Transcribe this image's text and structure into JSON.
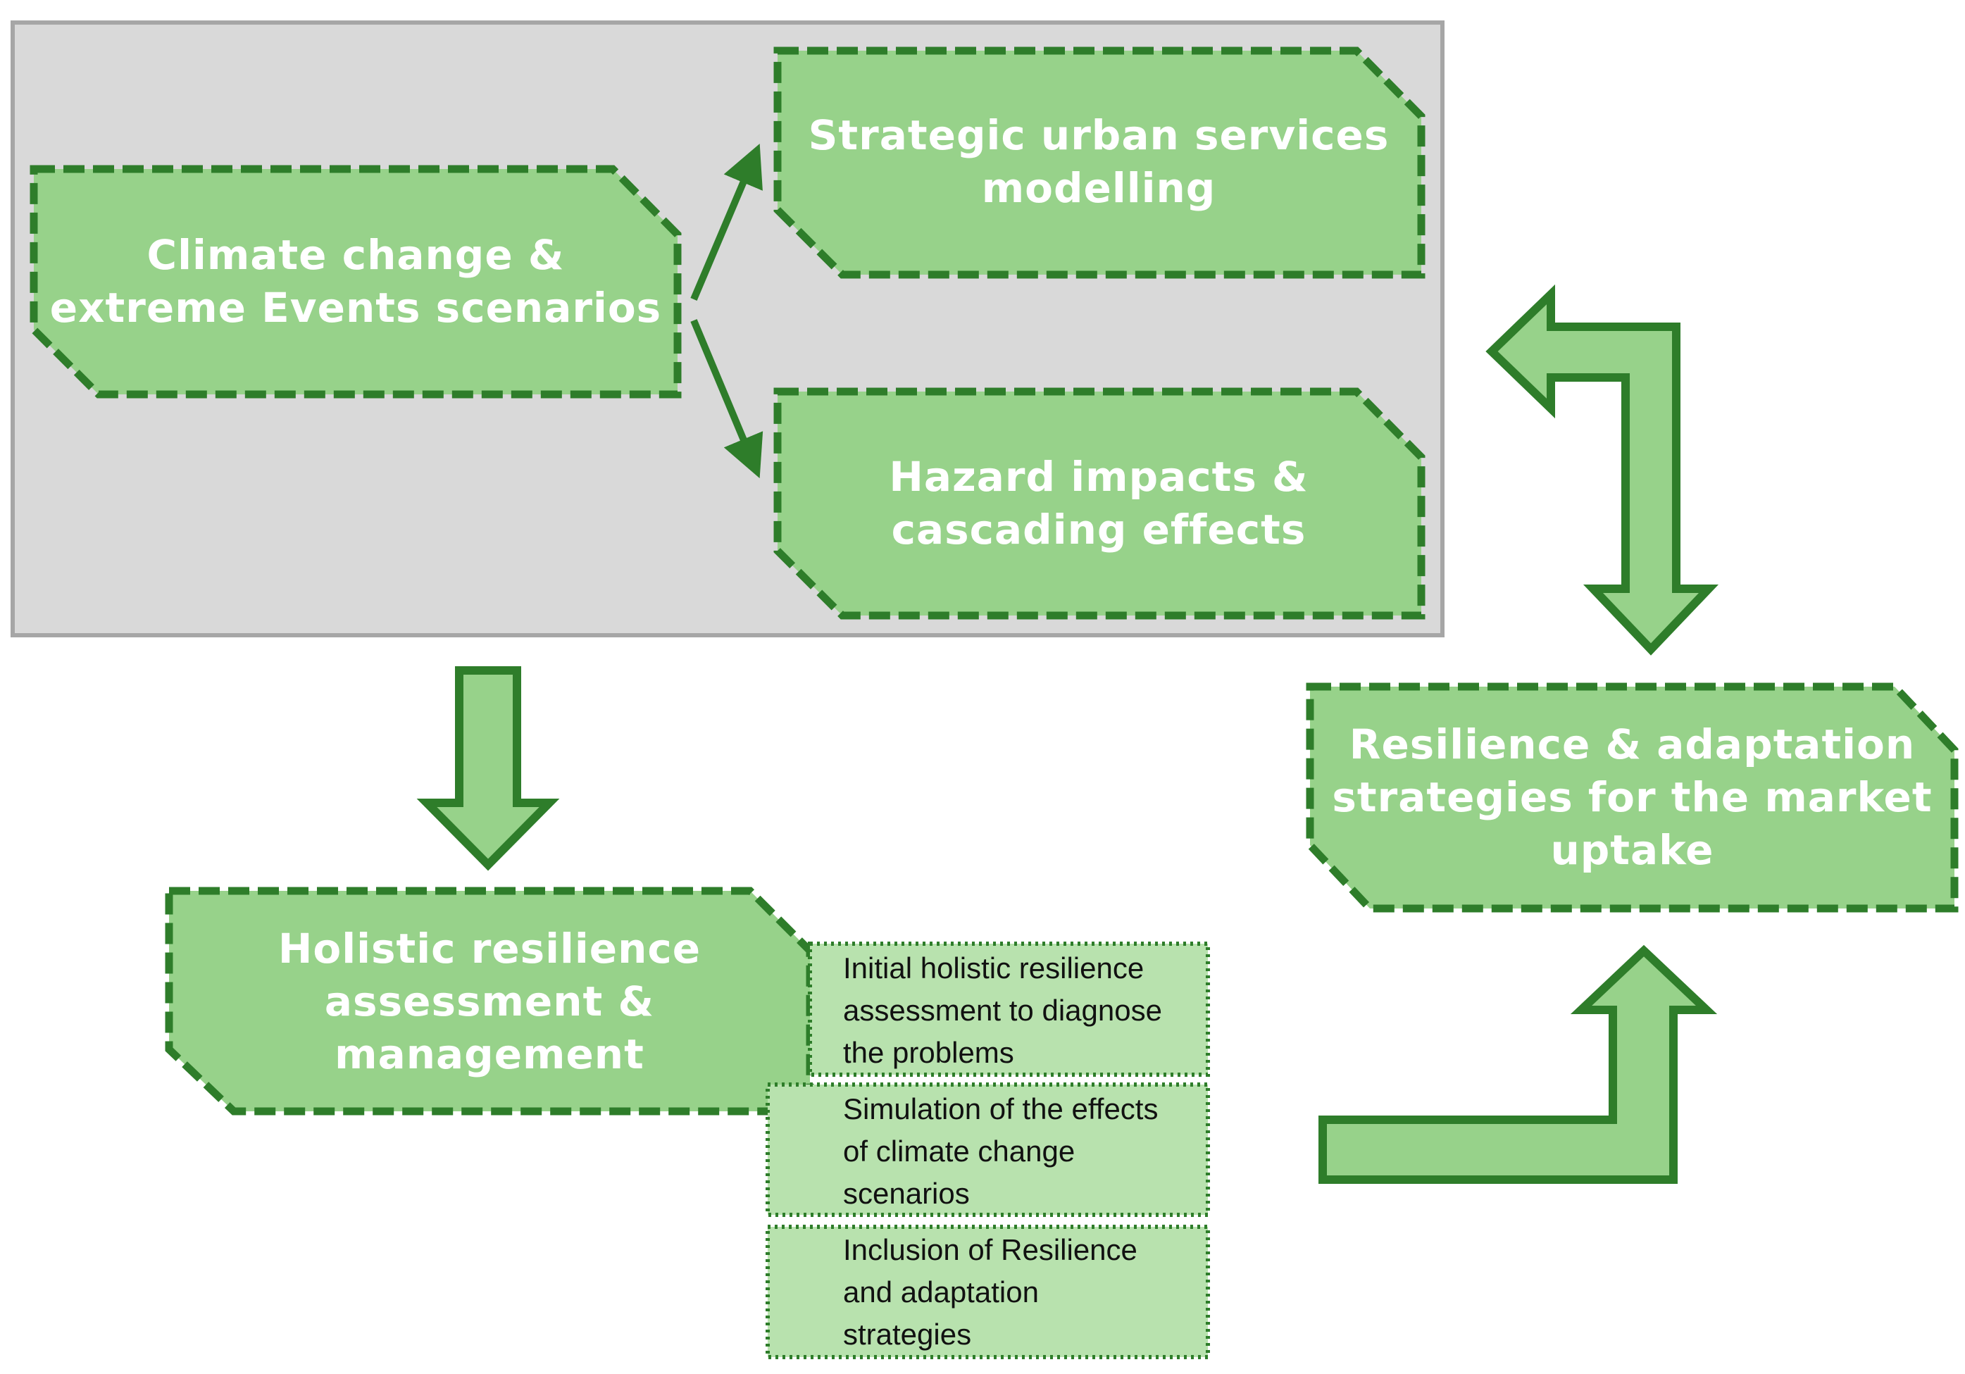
{
  "colors": {
    "background": "#ffffff",
    "region_fill": "#d9d9d9",
    "region_border": "#a6a6a6",
    "box_fill": "#97d28a",
    "box_border": "#2e7d2a",
    "sub_box_fill": "#b8e2ae",
    "arrow_fill": "#97d28a",
    "arrow_border": "#2e7d2a"
  },
  "boxes": {
    "climate": {
      "lines": [
        "Climate change &",
        "extreme Events scenarios"
      ]
    },
    "strategic": {
      "lines": [
        "Strategic urban services",
        "modelling"
      ]
    },
    "hazard": {
      "lines": [
        "Hazard impacts &",
        "cascading effects"
      ]
    },
    "holistic": {
      "lines": [
        "Holistic resilience",
        "assessment &",
        "management"
      ]
    },
    "resilience": {
      "lines": [
        "Resilience & adaptation",
        "strategies for the market",
        "uptake"
      ]
    }
  },
  "sub_boxes": [
    {
      "lines": [
        "Initial holistic resilience",
        "assessment to diagnose",
        "the problems"
      ]
    },
    {
      "lines": [
        "Simulation of the effects",
        "of climate change",
        "scenarios"
      ]
    },
    {
      "lines": [
        "Inclusion of Resilience",
        "and adaptation",
        "strategies"
      ]
    }
  ],
  "icons": {
    "down_arrow": "thick-down-arrow-icon",
    "double_arrow": "up-left-down-double-arrow-icon",
    "bend_arrow": "right-up-bent-arrow-icon",
    "branch_arrows": "branch-arrow-icon"
  }
}
